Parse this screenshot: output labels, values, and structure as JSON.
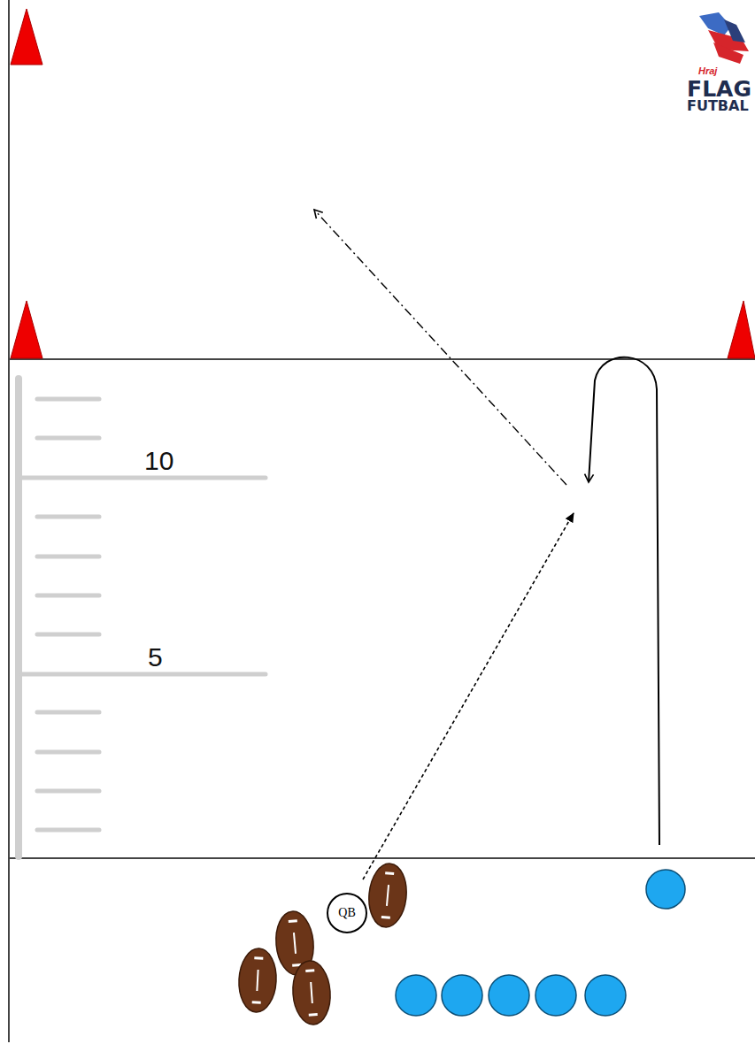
{
  "diagram": {
    "nodes": [
      {
        "text": [
          "QB"
        ]
      }
    ],
    "labels": [
      "10",
      "5",
      "Hraj",
      "FLAG",
      "FUTBAL"
    ]
  }
}
